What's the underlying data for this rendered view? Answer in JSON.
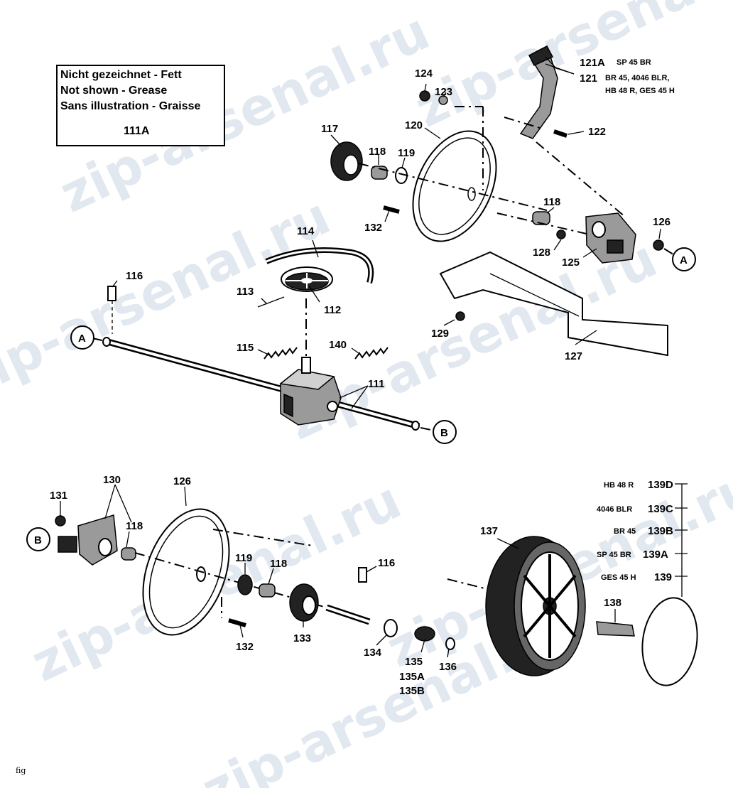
{
  "note_box": {
    "lines": [
      "Nicht gezeichnet - Fett",
      "Not shown - Grease",
      "Sans illustration - Graisse"
    ],
    "part": "111A"
  },
  "watermark": "zip-arsenal.ru",
  "fig_label": "fig",
  "connectors": {
    "a": "A",
    "b": "B"
  },
  "parts": {
    "p111": "111",
    "p112": "112",
    "p113": "113",
    "p114": "114",
    "p115": "115",
    "p116": "116",
    "p117": "117",
    "p118": "118",
    "p119": "119",
    "p120": "120",
    "p121a": "121A",
    "p121": "121",
    "p122": "122",
    "p123": "123",
    "p124": "124",
    "p125": "125",
    "p126": "126",
    "p127": "127",
    "p128": "128",
    "p129": "129",
    "p130": "130",
    "p131": "131",
    "p132": "132",
    "p133": "133",
    "p134": "134",
    "p135": "135",
    "p135a": "135A",
    "p135b": "135B",
    "p136": "136",
    "p137": "137",
    "p138": "138",
    "p140": "140"
  },
  "models": {
    "m121a": "SP 45 BR",
    "m121_line1": "BR 45, 4046 BLR,",
    "m121_line2": "HB 48 R, GES 45 H"
  },
  "variants": [
    {
      "model": "HB 48 R",
      "part": "139D"
    },
    {
      "model": "4046 BLR",
      "part": "139C"
    },
    {
      "model": "BR 45",
      "part": "139B"
    },
    {
      "model": "SP 45 BR",
      "part": "139A"
    },
    {
      "model": "GES 45 H",
      "part": "139"
    }
  ]
}
